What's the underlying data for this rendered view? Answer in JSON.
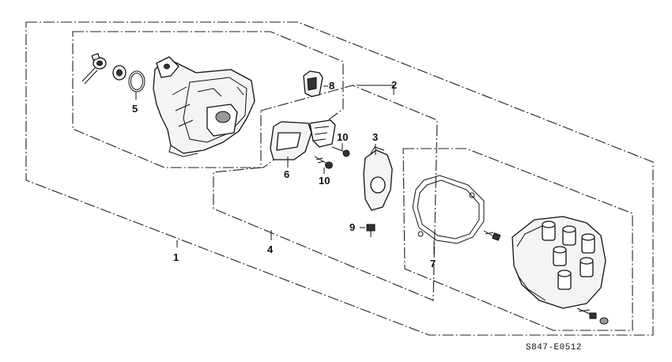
{
  "diagram": {
    "callouts": {
      "c1": "1",
      "c2": "2",
      "c3": "3",
      "c4": "4",
      "c5": "5",
      "c6": "6",
      "c7": "7",
      "c8": "8",
      "c9": "9",
      "c10a": "10",
      "c10b": "10"
    },
    "drawing_code": "S847-E0512"
  }
}
